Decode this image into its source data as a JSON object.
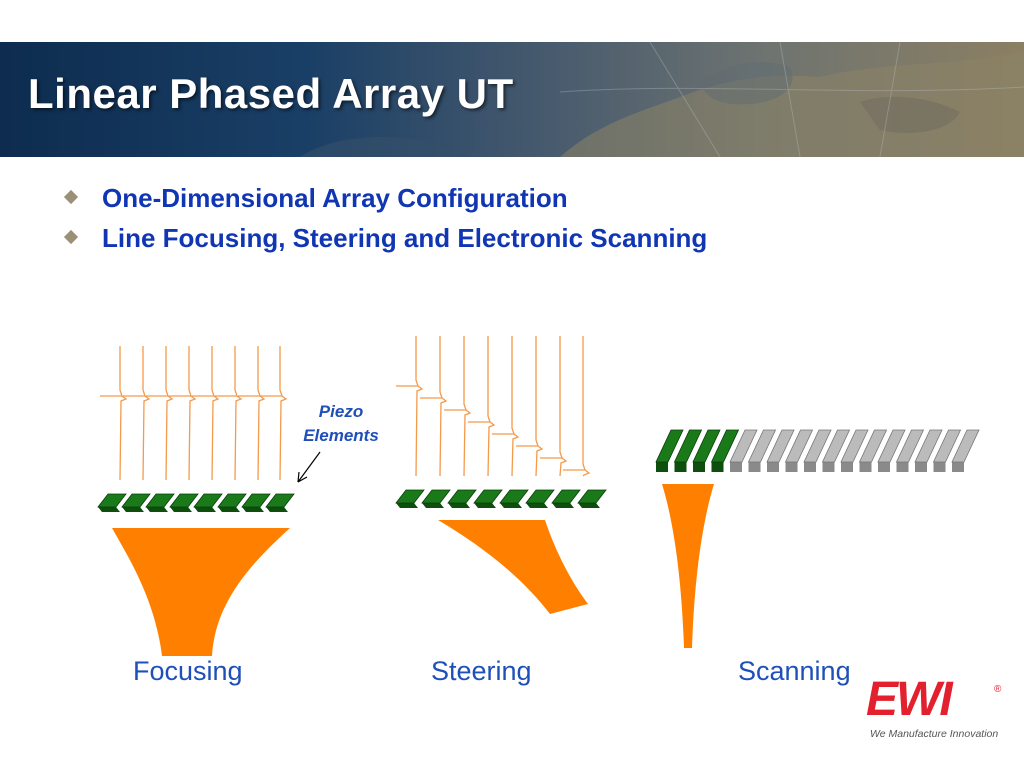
{
  "slide": {
    "title": "Linear Phased Array UT",
    "bullets": [
      "One-Dimensional Array Configuration",
      "Line Focusing, Steering and Electronic Scanning"
    ]
  },
  "diagram": {
    "callout": {
      "line1": "Piezo",
      "line2": "Elements"
    },
    "captions": {
      "focusing": "Focusing",
      "steering": "Steering",
      "scanning": "Scanning"
    },
    "colors": {
      "beam": "#ff8000",
      "signal": "#f39a4c",
      "element_active": "#1a7a1a",
      "element_inactive": "#bbbbbb",
      "text_blue": "#1f4fb8"
    }
  },
  "logo": {
    "text": "EWI",
    "registered": "®",
    "tagline": "We Manufacture Innovation",
    "color": "#e3202e"
  }
}
